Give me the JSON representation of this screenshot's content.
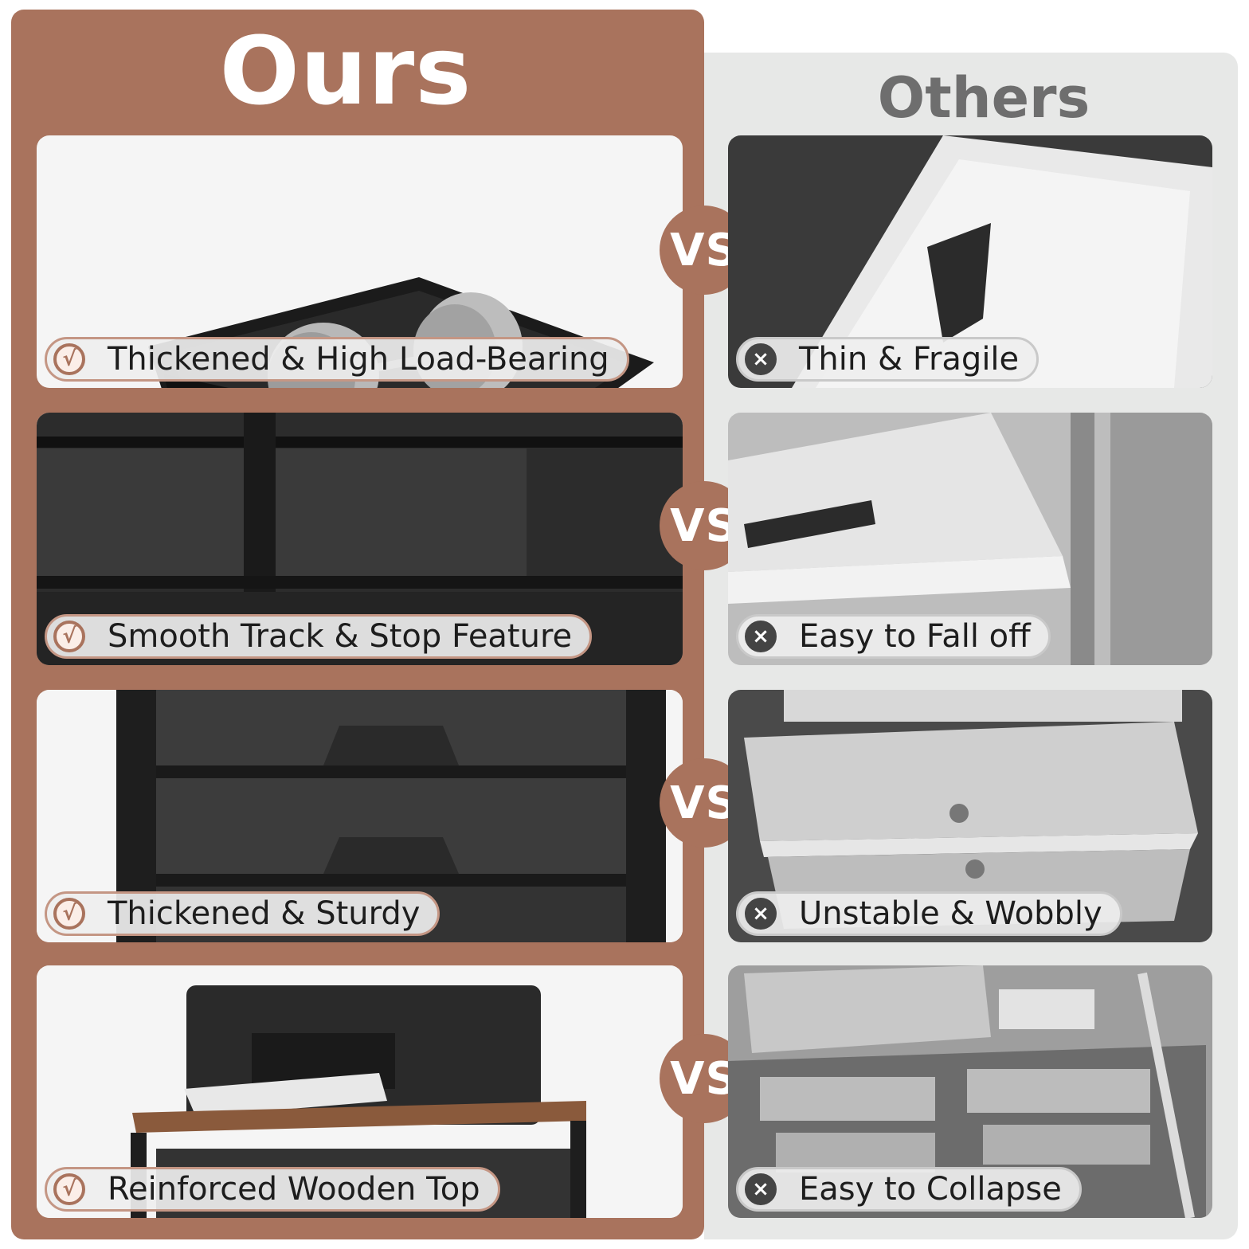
{
  "ours": {
    "title": "Ours"
  },
  "others": {
    "title": "Others"
  },
  "vs_label": "VS",
  "check_glyph": "√",
  "cross_glyph": "×",
  "comparisons": [
    {
      "ours_label": "Thickened & High Load-Bearing",
      "others_label": "Thin & Fragile",
      "ours_image": "black-tray-with-dumbbell",
      "others_image": "cracked-clear-plastic-bin"
    },
    {
      "ours_label": "Smooth Track & Stop Feature",
      "others_label": "Easy to Fall off",
      "ours_image": "black-drawer-on-metal-rail",
      "others_image": "clear-plastic-drawer-sliding-out"
    },
    {
      "ours_label": "Thickened & Sturdy",
      "others_label": "Unstable & Wobbly",
      "ours_image": "stacked-black-drawers-in-frame",
      "others_image": "tilted-clear-plastic-drawers"
    },
    {
      "ours_label": "Reinforced Wooden Top",
      "others_label": "Easy to Collapse",
      "ours_image": "printer-on-wooden-top-cart",
      "others_image": "collapsed-plastic-drawer-cart"
    }
  ],
  "colors": {
    "brand": "#a9735d",
    "others_bg": "#e7e8e7",
    "others_title": "#6e6e6e"
  }
}
